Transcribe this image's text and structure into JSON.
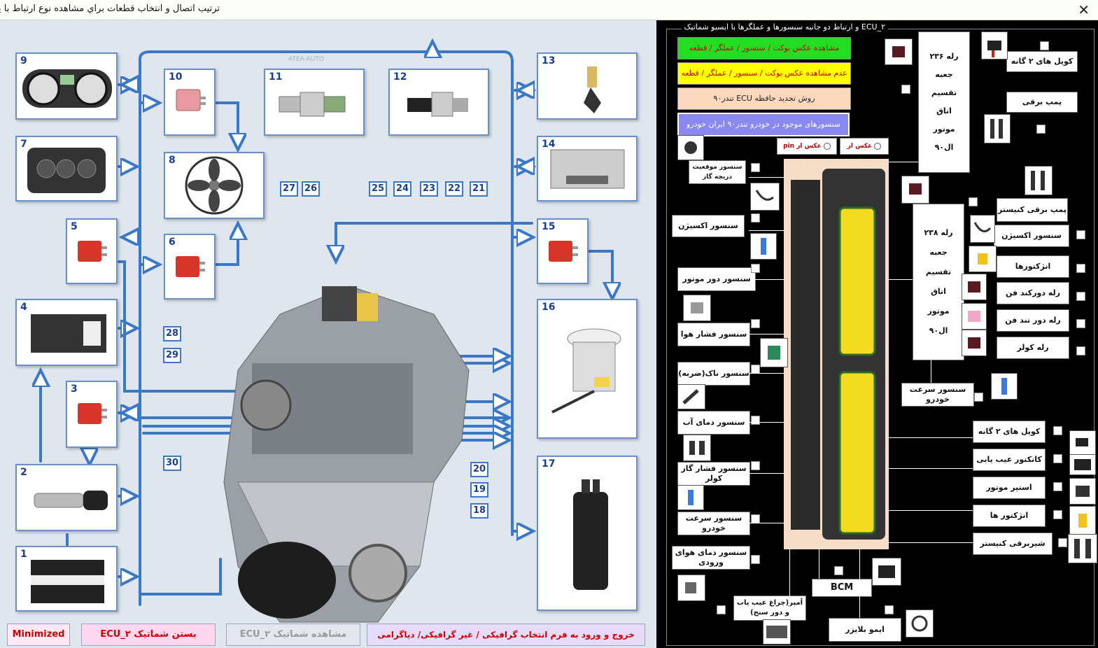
{
  "window": {
    "title": "ترتیب اتصال و انتخاب قطعات براي مشاهده  نوع ارتباط با یکدیگر",
    "close_label": "✕"
  },
  "diagram": {
    "watermark": "ATEA-AUTO",
    "boxes": [
      "9",
      "10",
      "11",
      "12",
      "13",
      "7",
      "8",
      "14",
      "5",
      "6",
      "15",
      "4",
      "16",
      "3",
      "2",
      "17",
      "1"
    ],
    "callouts": [
      "27",
      "26",
      "25",
      "24",
      "23",
      "22",
      "21",
      "28",
      "29",
      "30",
      "20",
      "19",
      "18"
    ]
  },
  "bottom_buttons": {
    "minimized": "Minimized",
    "close_schematic": "بستن شماتیک ECU_۲",
    "view_schematic": "مشاهده شماتیک ECU_۲",
    "exit_enter": "خروج و ورود به فرم انتخاب گرافیکی / غیر گرافیکی/ دیاگرامی"
  },
  "panel": {
    "legend": "ECU_۲ و ارتباط دو جانبه سنسورها و عملگرها با ایسیو شماتیک",
    "green_button": "مشاهده عکس بوکت / سنسور / عملگر / قطعه",
    "yellow_button": "عدم مشاهده عکس بوکت / سنسور / عملگر / قطعه",
    "peach_button": "روش تجدید حافظه ECU تندر۹۰",
    "purple_button": "سنسورهای موجود در خودرو تندر۹۰ ایران خودرو",
    "radio_pin": "عکس از pin Ecu",
    "radio_ecu": "عکس از Ecu",
    "relay1": [
      "رله ۲۳۶",
      "جعبه",
      "تقسیم",
      "اتاق",
      "موتور",
      "ال۹۰"
    ],
    "relay2": [
      "رله ۲۳۸",
      "جعبه",
      "تقسیم",
      "اتاق",
      "موتور",
      "ال۹۰"
    ],
    "left_labels": [
      "سنسور موقعیت دریچه گاز",
      "سنسور اکسیژن",
      "سنسور دور موتور",
      "سنسور فشار هوا",
      "سنسور ناک(ضربه)",
      "سنسور دمای آب",
      "سنسور فشار گاز کولر",
      "سنسور سرعت خودرو",
      "سنسور دمای هوای ورودی"
    ],
    "right_labels": [
      "کویل های ۲ گانه",
      "پمپ برقی",
      "پمپ برقی کنیستر",
      "سنسور اکسیژن",
      "انژکتورها",
      "رله دورکند فن",
      "رله دور تند فن",
      "رله کولر",
      "سنسور سرعت خودرو",
      "کویل های ۲ گانه",
      "کانکتور عیب یابی",
      "استپر موتور",
      "انژکتور ها",
      "شیربرقی کنیستر"
    ],
    "bcm": "BCM",
    "amper": "آمپر(چراغ عیب یاب و دور سنج)",
    "immobilizer": "ایمو بلایزر"
  }
}
